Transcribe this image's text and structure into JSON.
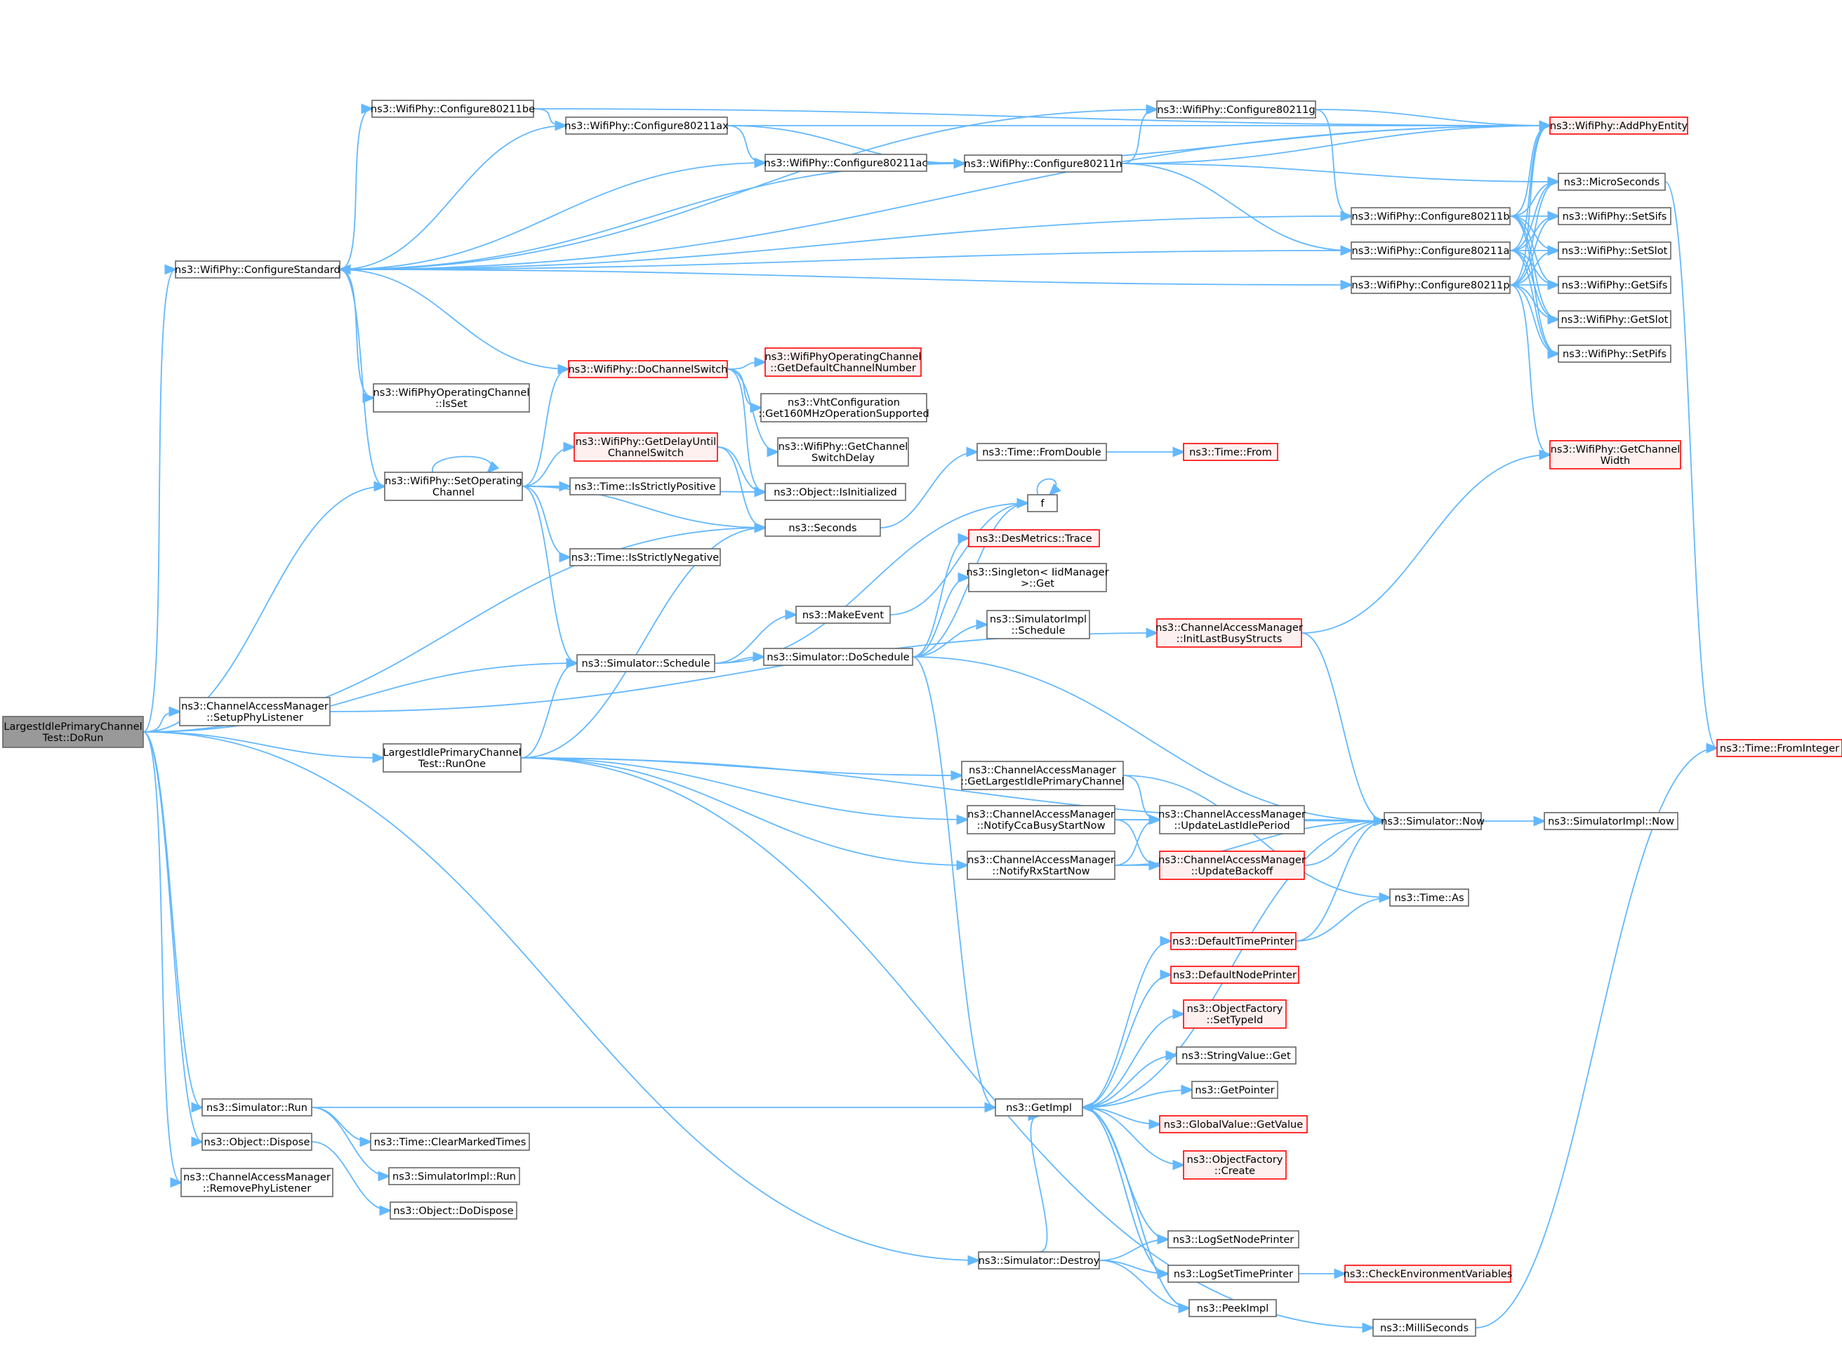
{
  "colors": {
    "edge": "#63b8ff",
    "node_fill": "#ffffff",
    "node_border": "#666666",
    "truncated_fill": "#fff0f0",
    "truncated_border": "#ff0000",
    "root_fill": "#999999",
    "root_border": "#666666"
  },
  "nodes": [
    {
      "id": "root",
      "lines": [
        "LargestIdlePrimaryChannel",
        "Test::DoRun"
      ],
      "style": "root"
    },
    {
      "id": "configureStandard",
      "lines": [
        "ns3::WifiPhy::ConfigureStandard"
      ],
      "style": "normal"
    },
    {
      "id": "cfg80211be",
      "lines": [
        "ns3::WifiPhy::Configure80211be"
      ],
      "style": "normal"
    },
    {
      "id": "cfg80211ax",
      "lines": [
        "ns3::WifiPhy::Configure80211ax"
      ],
      "style": "normal"
    },
    {
      "id": "cfg80211ac",
      "lines": [
        "ns3::WifiPhy::Configure80211ac"
      ],
      "style": "normal"
    },
    {
      "id": "cfg80211n",
      "lines": [
        "ns3::WifiPhy::Configure80211n"
      ],
      "style": "normal"
    },
    {
      "id": "cfg80211g",
      "lines": [
        "ns3::WifiPhy::Configure80211g"
      ],
      "style": "normal"
    },
    {
      "id": "addPhyEntity",
      "lines": [
        "ns3::WifiPhy::AddPhyEntity"
      ],
      "style": "truncated"
    },
    {
      "id": "microSeconds",
      "lines": [
        "ns3::MicroSeconds"
      ],
      "style": "normal"
    },
    {
      "id": "cfg80211b",
      "lines": [
        "ns3::WifiPhy::Configure80211b"
      ],
      "style": "normal"
    },
    {
      "id": "cfg80211a",
      "lines": [
        "ns3::WifiPhy::Configure80211a"
      ],
      "style": "normal"
    },
    {
      "id": "cfg80211p",
      "lines": [
        "ns3::WifiPhy::Configure80211p"
      ],
      "style": "normal"
    },
    {
      "id": "setSifs",
      "lines": [
        "ns3::WifiPhy::SetSifs"
      ],
      "style": "normal"
    },
    {
      "id": "setSlot",
      "lines": [
        "ns3::WifiPhy::SetSlot"
      ],
      "style": "normal"
    },
    {
      "id": "getSifs",
      "lines": [
        "ns3::WifiPhy::GetSifs"
      ],
      "style": "normal"
    },
    {
      "id": "getSlot",
      "lines": [
        "ns3::WifiPhy::GetSlot"
      ],
      "style": "normal"
    },
    {
      "id": "setPifs",
      "lines": [
        "ns3::WifiPhy::SetPifs"
      ],
      "style": "normal"
    },
    {
      "id": "getChannelWidth",
      "lines": [
        "ns3::WifiPhy::GetChannel",
        "Width"
      ],
      "style": "truncated"
    },
    {
      "id": "fromInteger",
      "lines": [
        "ns3::Time::FromInteger"
      ],
      "style": "truncated"
    },
    {
      "id": "opChanIsSet",
      "lines": [
        "ns3::WifiPhyOperatingChannel",
        "::IsSet"
      ],
      "style": "normal"
    },
    {
      "id": "doChannelSwitch",
      "lines": [
        "ns3::WifiPhy::DoChannelSwitch"
      ],
      "style": "truncated"
    },
    {
      "id": "getDefaultChannelNumber",
      "lines": [
        "ns3::WifiPhyOperatingChannel",
        "::GetDefaultChannelNumber"
      ],
      "style": "truncated"
    },
    {
      "id": "vhtGet160",
      "lines": [
        "ns3::VhtConfiguration",
        "::Get160MHzOperationSupported"
      ],
      "style": "normal"
    },
    {
      "id": "getChannelSwitchDelay",
      "lines": [
        "ns3::WifiPhy::GetChannel",
        "SwitchDelay"
      ],
      "style": "normal"
    },
    {
      "id": "setOperatingChannel",
      "lines": [
        "ns3::WifiPhy::SetOperating",
        "Channel"
      ],
      "style": "normal"
    },
    {
      "id": "getDelayUntil",
      "lines": [
        "ns3::WifiPhy::GetDelayUntil",
        "ChannelSwitch"
      ],
      "style": "truncated"
    },
    {
      "id": "isStrictlyPositive",
      "lines": [
        "ns3::Time::IsStrictlyPositive"
      ],
      "style": "normal"
    },
    {
      "id": "isInitialized",
      "lines": [
        "ns3::Object::IsInitialized"
      ],
      "style": "normal"
    },
    {
      "id": "fromDouble",
      "lines": [
        "ns3::Time::FromDouble"
      ],
      "style": "normal"
    },
    {
      "id": "timeFrom",
      "lines": [
        "ns3::Time::From"
      ],
      "style": "truncated"
    },
    {
      "id": "seconds",
      "lines": [
        "ns3::Seconds"
      ],
      "style": "normal"
    },
    {
      "id": "f",
      "lines": [
        "f"
      ],
      "style": "normal"
    },
    {
      "id": "isStrictlyNegative",
      "lines": [
        "ns3::Time::IsStrictlyNegative"
      ],
      "style": "normal"
    },
    {
      "id": "desMetricsTrace",
      "lines": [
        "ns3::DesMetrics::Trace"
      ],
      "style": "truncated"
    },
    {
      "id": "singletonGet",
      "lines": [
        "ns3::Singleton< IidManager",
        " >::Get"
      ],
      "style": "normal"
    },
    {
      "id": "makeEvent",
      "lines": [
        "ns3::MakeEvent"
      ],
      "style": "normal"
    },
    {
      "id": "simImplSchedule",
      "lines": [
        "ns3::SimulatorImpl",
        "::Schedule"
      ],
      "style": "normal"
    },
    {
      "id": "initLastBusyStructs",
      "lines": [
        "ns3::ChannelAccessManager",
        "::InitLastBusyStructs"
      ],
      "style": "truncated"
    },
    {
      "id": "simulatorSchedule",
      "lines": [
        "ns3::Simulator::Schedule"
      ],
      "style": "normal"
    },
    {
      "id": "doSchedule",
      "lines": [
        "ns3::Simulator::DoSchedule"
      ],
      "style": "normal"
    },
    {
      "id": "setupPhyListener",
      "lines": [
        "ns3::ChannelAccessManager",
        "::SetupPhyListener"
      ],
      "style": "normal"
    },
    {
      "id": "runOne",
      "lines": [
        "LargestIdlePrimaryChannel",
        "Test::RunOne"
      ],
      "style": "normal"
    },
    {
      "id": "getLargestIdle",
      "lines": [
        "ns3::ChannelAccessManager",
        "::GetLargestIdlePrimaryChannel"
      ],
      "style": "normal"
    },
    {
      "id": "notifyCcaBusy",
      "lines": [
        "ns3::ChannelAccessManager",
        "::NotifyCcaBusyStartNow"
      ],
      "style": "normal"
    },
    {
      "id": "updateLastIdle",
      "lines": [
        "ns3::ChannelAccessManager",
        "::UpdateLastIdlePeriod"
      ],
      "style": "normal"
    },
    {
      "id": "simulatorNow",
      "lines": [
        "ns3::Simulator::Now"
      ],
      "style": "normal"
    },
    {
      "id": "simImplNow",
      "lines": [
        "ns3::SimulatorImpl::Now"
      ],
      "style": "normal"
    },
    {
      "id": "notifyRx",
      "lines": [
        "ns3::ChannelAccessManager",
        "::NotifyRxStartNow"
      ],
      "style": "normal"
    },
    {
      "id": "updateBackoff",
      "lines": [
        "ns3::ChannelAccessManager",
        "::UpdateBackoff"
      ],
      "style": "truncated"
    },
    {
      "id": "timeAs",
      "lines": [
        "ns3::Time::As"
      ],
      "style": "normal"
    },
    {
      "id": "defaultTimePrinter",
      "lines": [
        "ns3::DefaultTimePrinter"
      ],
      "style": "truncated"
    },
    {
      "id": "defaultNodePrinter",
      "lines": [
        "ns3::DefaultNodePrinter"
      ],
      "style": "truncated"
    },
    {
      "id": "objFactorySetTypeId",
      "lines": [
        "ns3::ObjectFactory",
        "::SetTypeId"
      ],
      "style": "truncated"
    },
    {
      "id": "stringValueGet",
      "lines": [
        "ns3::StringValue::Get"
      ],
      "style": "normal"
    },
    {
      "id": "getPointer",
      "lines": [
        "ns3::GetPointer"
      ],
      "style": "normal"
    },
    {
      "id": "getImpl",
      "lines": [
        "ns3::GetImpl"
      ],
      "style": "normal"
    },
    {
      "id": "globalValueGet",
      "lines": [
        "ns3::GlobalValue::GetValue"
      ],
      "style": "truncated"
    },
    {
      "id": "objFactoryCreate",
      "lines": [
        "ns3::ObjectFactory",
        "::Create"
      ],
      "style": "truncated"
    },
    {
      "id": "simulatorRun",
      "lines": [
        "ns3::Simulator::Run"
      ],
      "style": "normal"
    },
    {
      "id": "clearMarkedTimes",
      "lines": [
        "ns3::Time::ClearMarkedTimes"
      ],
      "style": "normal"
    },
    {
      "id": "objectDispose",
      "lines": [
        "ns3::Object::Dispose"
      ],
      "style": "normal"
    },
    {
      "id": "simImplRun",
      "lines": [
        "ns3::SimulatorImpl::Run"
      ],
      "style": "normal"
    },
    {
      "id": "removePhyListener",
      "lines": [
        "ns3::ChannelAccessManager",
        "::RemovePhyListener"
      ],
      "style": "normal"
    },
    {
      "id": "doDispose",
      "lines": [
        "ns3::Object::DoDispose"
      ],
      "style": "normal"
    },
    {
      "id": "logSetNodePrinter",
      "lines": [
        "ns3::LogSetNodePrinter"
      ],
      "style": "normal"
    },
    {
      "id": "simulatorDestroy",
      "lines": [
        "ns3::Simulator::Destroy"
      ],
      "style": "normal"
    },
    {
      "id": "logSetTimePrinter",
      "lines": [
        "ns3::LogSetTimePrinter"
      ],
      "style": "normal"
    },
    {
      "id": "checkEnvVars",
      "lines": [
        "ns3::CheckEnvironmentVariables"
      ],
      "style": "truncated"
    },
    {
      "id": "peekImpl",
      "lines": [
        "ns3::PeekImpl"
      ],
      "style": "normal"
    },
    {
      "id": "milliSeconds",
      "lines": [
        "ns3::MilliSeconds"
      ],
      "style": "normal"
    }
  ],
  "edges": [
    [
      "root",
      "configureStandard"
    ],
    [
      "root",
      "setOperatingChannel"
    ],
    [
      "root",
      "seconds"
    ],
    [
      "root",
      "simulatorSchedule"
    ],
    [
      "root",
      "setupPhyListener"
    ],
    [
      "root",
      "runOne"
    ],
    [
      "root",
      "simulatorRun"
    ],
    [
      "root",
      "objectDispose"
    ],
    [
      "root",
      "removePhyListener"
    ],
    [
      "root",
      "simulatorDestroy"
    ],
    [
      "configureStandard",
      "cfg80211be"
    ],
    [
      "configureStandard",
      "cfg80211ax"
    ],
    [
      "configureStandard",
      "cfg80211ac"
    ],
    [
      "configureStandard",
      "cfg80211n"
    ],
    [
      "configureStandard",
      "cfg80211g"
    ],
    [
      "configureStandard",
      "addPhyEntity"
    ],
    [
      "configureStandard",
      "cfg80211b"
    ],
    [
      "configureStandard",
      "cfg80211a"
    ],
    [
      "configureStandard",
      "cfg80211p"
    ],
    [
      "configureStandard",
      "opChanIsSet"
    ],
    [
      "configureStandard",
      "setOperatingChannel"
    ],
    [
      "cfg80211be",
      "cfg80211ax"
    ],
    [
      "cfg80211be",
      "addPhyEntity"
    ],
    [
      "cfg80211ax",
      "cfg80211ac"
    ],
    [
      "cfg80211ax",
      "cfg80211n"
    ],
    [
      "cfg80211ax",
      "addPhyEntity"
    ],
    [
      "cfg80211ac",
      "cfg80211n"
    ],
    [
      "cfg80211ac",
      "addPhyEntity"
    ],
    [
      "cfg80211n",
      "cfg80211g"
    ],
    [
      "cfg80211n",
      "addPhyEntity"
    ],
    [
      "cfg80211n",
      "microSeconds"
    ],
    [
      "cfg80211n",
      "cfg80211a"
    ],
    [
      "cfg80211g",
      "addPhyEntity"
    ],
    [
      "cfg80211g",
      "cfg80211b"
    ],
    [
      "cfg80211b",
      "addPhyEntity"
    ],
    [
      "cfg80211b",
      "microSeconds"
    ],
    [
      "cfg80211b",
      "setSifs"
    ],
    [
      "cfg80211b",
      "setSlot"
    ],
    [
      "cfg80211b",
      "getSifs"
    ],
    [
      "cfg80211b",
      "getSlot"
    ],
    [
      "cfg80211b",
      "setPifs"
    ],
    [
      "cfg80211a",
      "addPhyEntity"
    ],
    [
      "cfg80211a",
      "microSeconds"
    ],
    [
      "cfg80211a",
      "setSifs"
    ],
    [
      "cfg80211a",
      "setSlot"
    ],
    [
      "cfg80211a",
      "getSifs"
    ],
    [
      "cfg80211a",
      "getSlot"
    ],
    [
      "cfg80211a",
      "setPifs"
    ],
    [
      "cfg80211p",
      "addPhyEntity"
    ],
    [
      "cfg80211p",
      "microSeconds"
    ],
    [
      "cfg80211p",
      "setSifs"
    ],
    [
      "cfg80211p",
      "setSlot"
    ],
    [
      "cfg80211p",
      "getSifs"
    ],
    [
      "cfg80211p",
      "getSlot"
    ],
    [
      "cfg80211p",
      "setPifs"
    ],
    [
      "cfg80211p",
      "getChannelWidth"
    ],
    [
      "microSeconds",
      "fromInteger"
    ],
    [
      "doChannelSwitch",
      "configureStandard"
    ],
    [
      "doChannelSwitch",
      "getDefaultChannelNumber"
    ],
    [
      "doChannelSwitch",
      "vhtGet160"
    ],
    [
      "doChannelSwitch",
      "getChannelSwitchDelay"
    ],
    [
      "doChannelSwitch",
      "isInitialized"
    ],
    [
      "setOperatingChannel",
      "setOperatingChannel"
    ],
    [
      "setOperatingChannel",
      "doChannelSwitch"
    ],
    [
      "setOperatingChannel",
      "getDelayUntil"
    ],
    [
      "setOperatingChannel",
      "isStrictlyPositive"
    ],
    [
      "setOperatingChannel",
      "isInitialized"
    ],
    [
      "setOperatingChannel",
      "seconds"
    ],
    [
      "setOperatingChannel",
      "isStrictlyNegative"
    ],
    [
      "setOperatingChannel",
      "simulatorSchedule"
    ],
    [
      "getDelayUntil",
      "isInitialized"
    ],
    [
      "getDelayUntil",
      "seconds"
    ],
    [
      "seconds",
      "fromDouble"
    ],
    [
      "fromDouble",
      "timeFrom"
    ],
    [
      "f",
      "f"
    ],
    [
      "makeEvent",
      "f"
    ],
    [
      "simulatorSchedule",
      "f"
    ],
    [
      "simulatorSchedule",
      "makeEvent"
    ],
    [
      "simulatorSchedule",
      "doSchedule"
    ],
    [
      "doSchedule",
      "desMetricsTrace"
    ],
    [
      "doSchedule",
      "singletonGet"
    ],
    [
      "doSchedule",
      "simImplSchedule"
    ],
    [
      "doSchedule",
      "simulatorNow"
    ],
    [
      "doSchedule",
      "getImpl"
    ],
    [
      "doSchedule",
      "f"
    ],
    [
      "setupPhyListener",
      "initLastBusyStructs"
    ],
    [
      "initLastBusyStructs",
      "getChannelWidth"
    ],
    [
      "initLastBusyStructs",
      "simulatorNow"
    ],
    [
      "runOne",
      "seconds"
    ],
    [
      "runOne",
      "simulatorSchedule"
    ],
    [
      "runOne",
      "getLargestIdle"
    ],
    [
      "runOne",
      "notifyCcaBusy"
    ],
    [
      "runOne",
      "notifyRx"
    ],
    [
      "runOne",
      "simulatorNow"
    ],
    [
      "runOne",
      "milliSeconds"
    ],
    [
      "getLargestIdle",
      "updateLastIdle"
    ],
    [
      "getLargestIdle",
      "timeAs"
    ],
    [
      "notifyCcaBusy",
      "updateLastIdle"
    ],
    [
      "notifyCcaBusy",
      "updateBackoff"
    ],
    [
      "notifyCcaBusy",
      "simulatorNow"
    ],
    [
      "notifyRx",
      "updateLastIdle"
    ],
    [
      "notifyRx",
      "updateBackoff"
    ],
    [
      "notifyRx",
      "simulatorNow"
    ],
    [
      "updateLastIdle",
      "simulatorNow"
    ],
    [
      "updateBackoff",
      "simulatorNow"
    ],
    [
      "simulatorNow",
      "simImplNow"
    ],
    [
      "defaultTimePrinter",
      "simulatorNow"
    ],
    [
      "defaultTimePrinter",
      "timeAs"
    ],
    [
      "getImpl",
      "defaultTimePrinter"
    ],
    [
      "getImpl",
      "defaultNodePrinter"
    ],
    [
      "getImpl",
      "objFactorySetTypeId"
    ],
    [
      "getImpl",
      "stringValueGet"
    ],
    [
      "getImpl",
      "getPointer"
    ],
    [
      "getImpl",
      "globalValueGet"
    ],
    [
      "getImpl",
      "objFactoryCreate"
    ],
    [
      "getImpl",
      "logSetNodePrinter"
    ],
    [
      "getImpl",
      "logSetTimePrinter"
    ],
    [
      "getImpl",
      "peekImpl"
    ],
    [
      "getImpl",
      "simulatorNow"
    ],
    [
      "simulatorRun",
      "getImpl"
    ],
    [
      "simulatorRun",
      "clearMarkedTimes"
    ],
    [
      "simulatorRun",
      "simImplRun"
    ],
    [
      "objectDispose",
      "doDispose"
    ],
    [
      "simulatorDestroy",
      "logSetNodePrinter"
    ],
    [
      "simulatorDestroy",
      "logSetTimePrinter"
    ],
    [
      "simulatorDestroy",
      "peekImpl"
    ],
    [
      "simulatorDestroy",
      "getImpl"
    ],
    [
      "logSetTimePrinter",
      "checkEnvVars"
    ],
    [
      "logSetNodePrinter",
      "getImpl"
    ],
    [
      "logSetTimePrinter",
      "getImpl"
    ],
    [
      "peekImpl",
      "getImpl"
    ],
    [
      "milliSeconds",
      "fromInteger"
    ]
  ]
}
